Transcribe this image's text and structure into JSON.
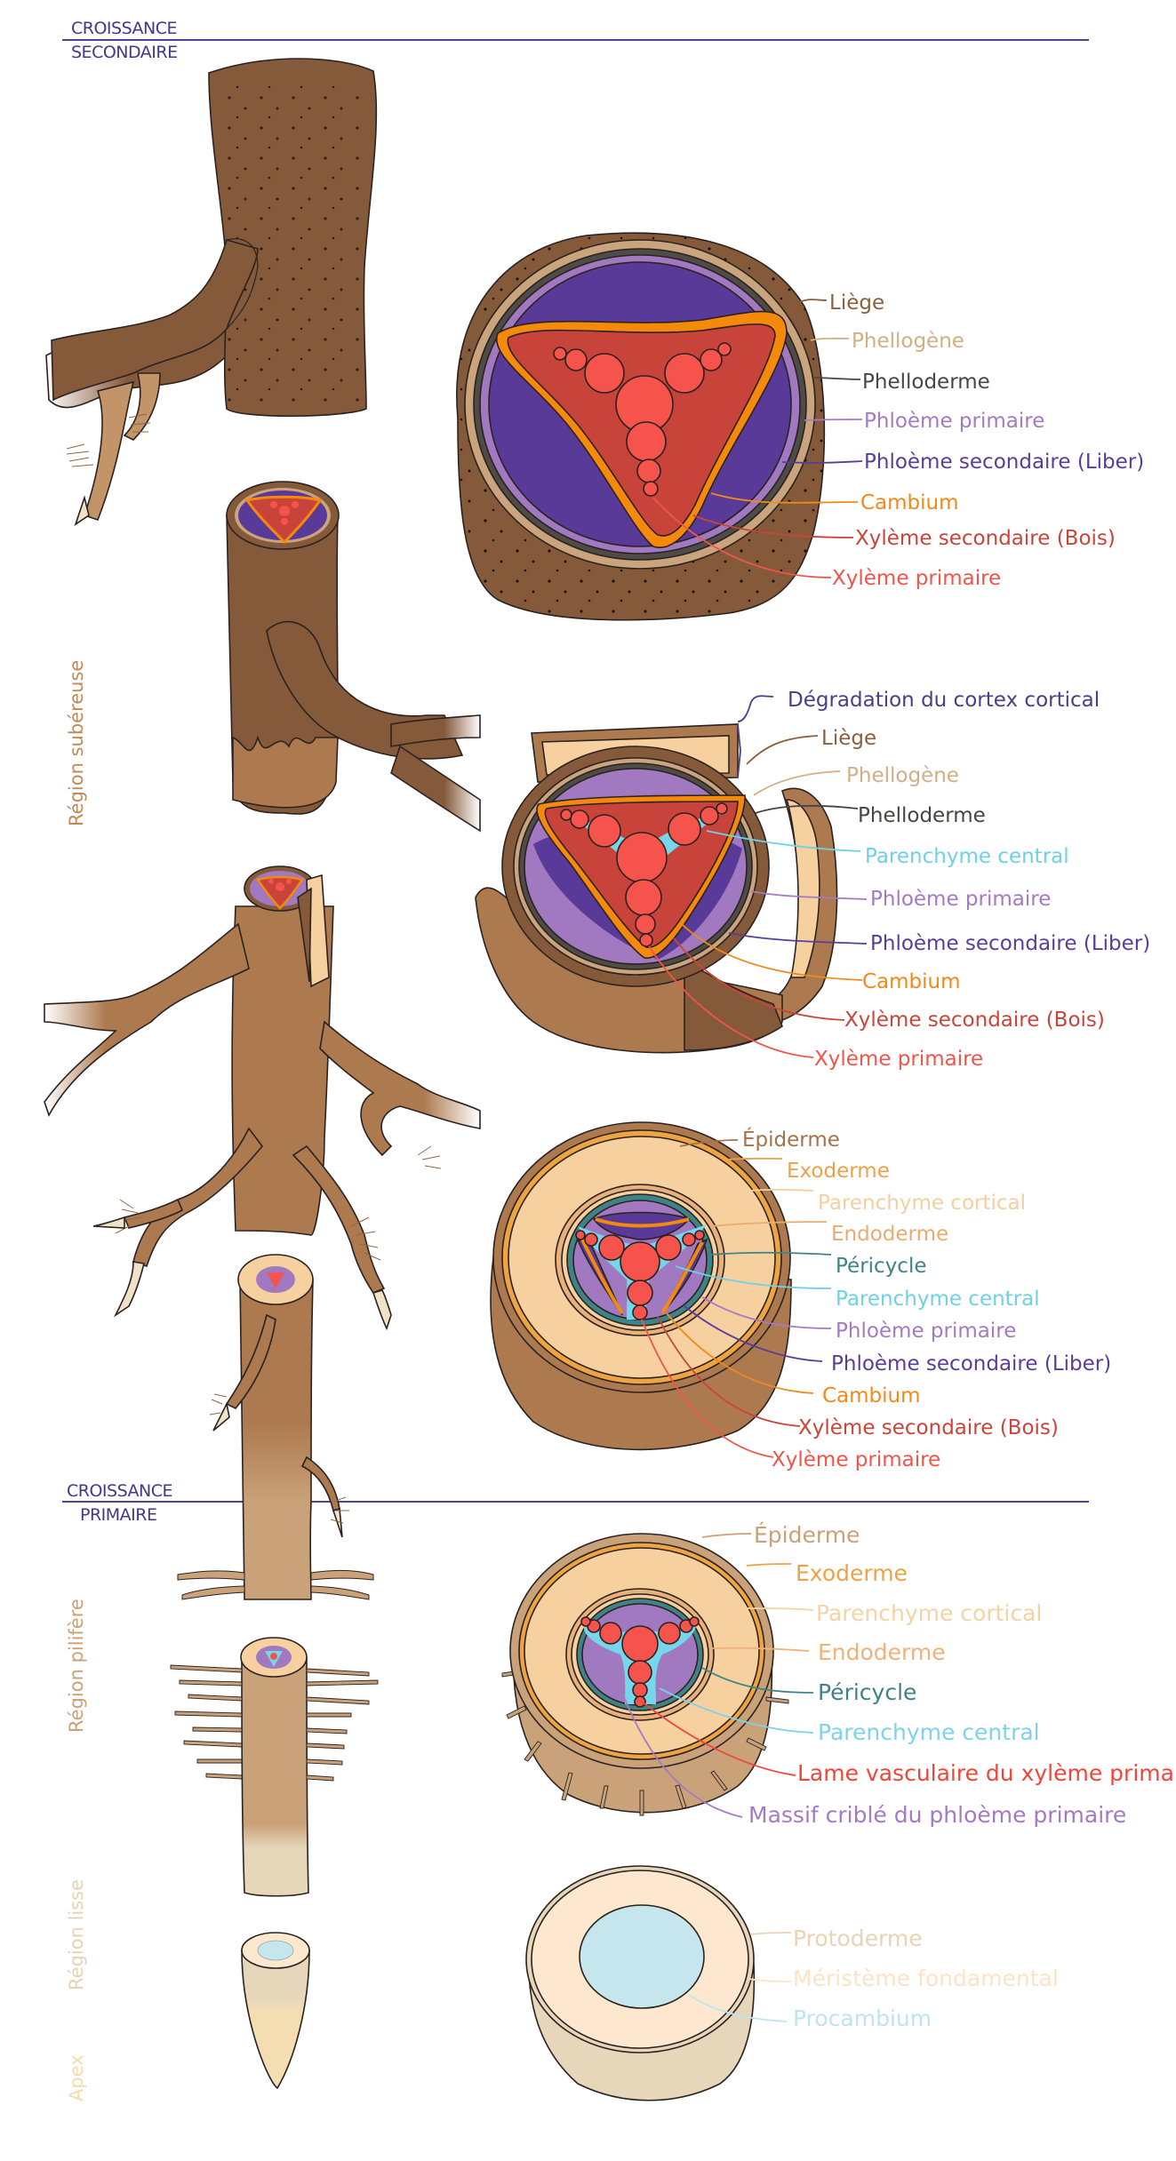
{
  "sections": {
    "secondary": {
      "line1": "CROISSANCE",
      "line2": "SECONDAIRE",
      "color": "#3f3a8c"
    },
    "primary": {
      "line1": "CROISSANCE",
      "line2": "PRIMAIRE",
      "color": "#3f3a8c"
    }
  },
  "regions": [
    {
      "label": "Région subéreuse",
      "color": "#c08a5a"
    },
    {
      "label": "Région pilifère",
      "color": "#c9a27a"
    },
    {
      "label": "Région lisse",
      "color": "#e6d2b4"
    },
    {
      "label": "Apex",
      "color": "#f2dcae"
    }
  ],
  "diagrams": [
    {
      "id": "secondary-mature",
      "labels": [
        {
          "text": "Liège",
          "color": "#8a6040"
        },
        {
          "text": "Phellogène",
          "color": "#d3ae86"
        },
        {
          "text": "Phelloderme",
          "color": "#4a4541"
        },
        {
          "text": "Phloème primaire",
          "color": "#a57ac4"
        },
        {
          "text": "Phloème secondaire (Liber)",
          "color": "#5a3d9a"
        },
        {
          "text": "Cambium",
          "color": "#f08a1a"
        },
        {
          "text": "Xylème secondaire (Bois)",
          "color": "#c9453a"
        },
        {
          "text": "Xylème primaire",
          "color": "#f0554a"
        }
      ]
    },
    {
      "id": "secondary-degrading",
      "labels": [
        {
          "text": "Dégradation du cortex cortical",
          "color": "#4a3d8a"
        },
        {
          "text": "Liège",
          "color": "#8a6040"
        },
        {
          "text": "Phellogène",
          "color": "#d3ae86"
        },
        {
          "text": "Phelloderme",
          "color": "#4a4541"
        },
        {
          "text": "Parenchyme central",
          "color": "#6fd0e6"
        },
        {
          "text": "Phloème primaire",
          "color": "#a57ac4"
        },
        {
          "text": "Phloème secondaire (Liber)",
          "color": "#5a3d9a"
        },
        {
          "text": "Cambium",
          "color": "#f08a1a"
        },
        {
          "text": "Xylème secondaire (Bois)",
          "color": "#c9453a"
        },
        {
          "text": "Xylème primaire",
          "color": "#f0554a"
        }
      ]
    },
    {
      "id": "secondary-early",
      "labels": [
        {
          "text": "Épiderme",
          "color": "#a6724a"
        },
        {
          "text": "Exoderme",
          "color": "#eda24a"
        },
        {
          "text": "Parenchyme cortical",
          "color": "#f3cfa1"
        },
        {
          "text": "Endoderme",
          "color": "#e7ac72"
        },
        {
          "text": "Péricycle",
          "color": "#3f8386"
        },
        {
          "text": "Parenchyme central",
          "color": "#6fd0e6"
        },
        {
          "text": "Phloème primaire",
          "color": "#a57ac4"
        },
        {
          "text": "Phloème secondaire (Liber)",
          "color": "#5a3d9a"
        },
        {
          "text": "Cambium",
          "color": "#f08a1a"
        },
        {
          "text": "Xylème secondaire (Bois)",
          "color": "#c9453a"
        },
        {
          "text": "Xylème primaire",
          "color": "#f0554a"
        }
      ]
    },
    {
      "id": "primary-piliferous",
      "labels": [
        {
          "text": "Épiderme",
          "color": "#c9a27a"
        },
        {
          "text": "Exoderme",
          "color": "#eda24a"
        },
        {
          "text": "Parenchyme cortical",
          "color": "#f5d3a6"
        },
        {
          "text": "Endoderme",
          "color": "#f0b27a"
        },
        {
          "text": "Péricycle",
          "color": "#3f8386"
        },
        {
          "text": "Parenchyme central",
          "color": "#7ed2ea"
        },
        {
          "text": "Lame vasculaire du xylème primaire",
          "color": "#f0453a"
        },
        {
          "text": "Massif criblé du phloème primaire",
          "color": "#a57ac4"
        }
      ]
    },
    {
      "id": "apex",
      "labels": [
        {
          "text": "Protoderme",
          "color": "#e9d3b6"
        },
        {
          "text": "Méristème fondamental",
          "color": "#fbe3c6"
        },
        {
          "text": "Procambium",
          "color": "#bfe4f0"
        }
      ]
    }
  ],
  "palette": {
    "cork": "#855a3b",
    "bark": "#ad7a50",
    "hairRegion": "#c9a27a",
    "smooth": "#e6d7bb",
    "apex": "#f4ddb0",
    "phellogen": "#c9a47d",
    "phelloderm": "#4f4b47",
    "phloemPrim": "#a079c0",
    "phloemSec": "#5a3a98",
    "cambium": "#f58a0a",
    "xylemSec": "#c8443a",
    "xylemPrim": "#f5534c",
    "parenchymaCentral": "#76d6ea",
    "cortex": "#f6d09e",
    "exoderm": "#eea541",
    "pericycle": "#3f8386",
    "meristem": "#fde8cf",
    "procambium": "#c6e6ee"
  }
}
